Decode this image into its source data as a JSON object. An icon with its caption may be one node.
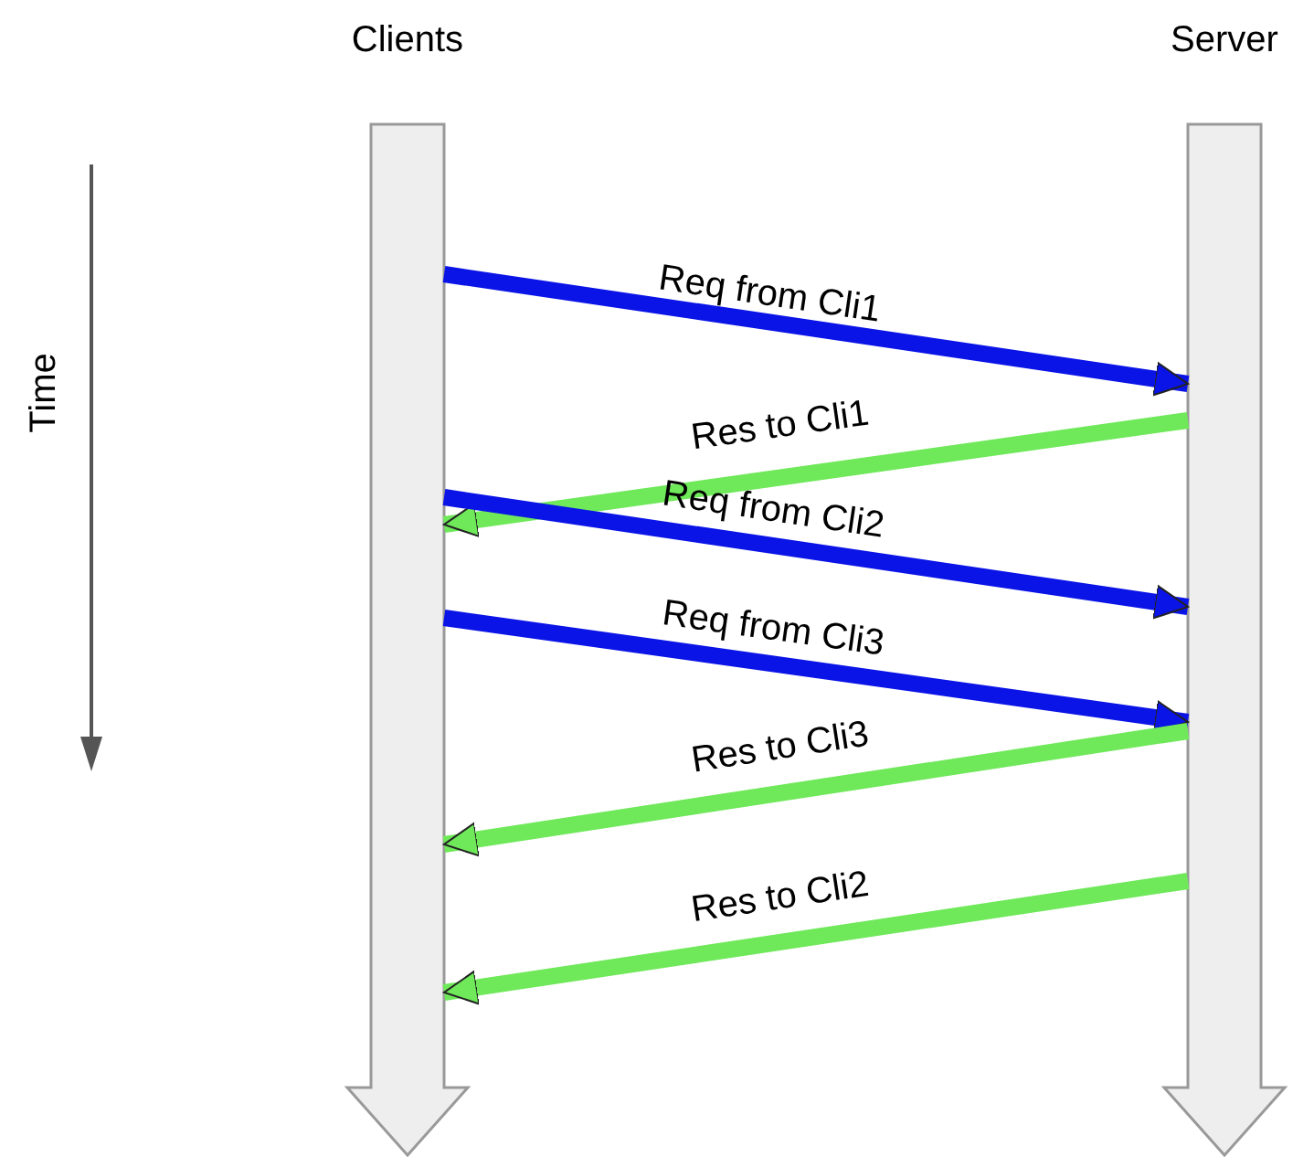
{
  "diagram": {
    "nodes": [
      {
        "text": [
          "Clients"
        ]
      },
      {
        "text": [
          "Server"
        ]
      }
    ],
    "edges": [
      {
        "from": 0,
        "to": 1,
        "arrow": "to",
        "label": "Req from Cli1",
        "color": "#0a14e6"
      },
      {
        "from": 1,
        "to": 0,
        "arrow": "to",
        "label": "Res to Cli1",
        "color": "#6fe85a"
      },
      {
        "from": 0,
        "to": 1,
        "arrow": "to",
        "label": "Req from Cli2",
        "color": "#0a14e6"
      },
      {
        "from": 0,
        "to": 1,
        "arrow": "to",
        "label": "Req from Cli3",
        "color": "#0a14e6"
      },
      {
        "from": 1,
        "to": 0,
        "arrow": "to",
        "label": "Res to Cli3",
        "color": "#6fe85a"
      },
      {
        "from": 1,
        "to": 0,
        "arrow": "to",
        "label": "Res to Cli2",
        "color": "#6fe85a"
      }
    ],
    "labels": [
      "Time"
    ]
  }
}
